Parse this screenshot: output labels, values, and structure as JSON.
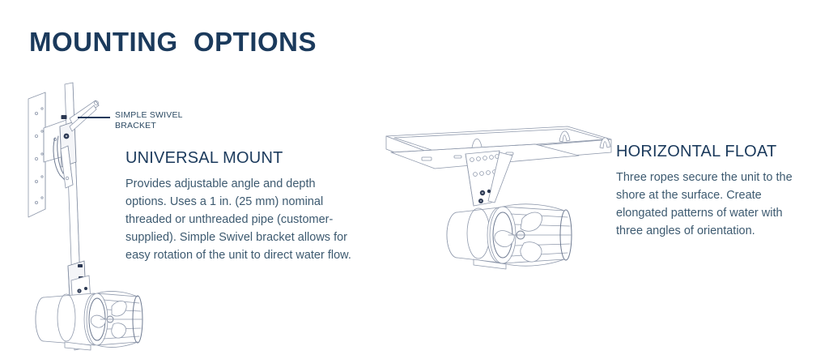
{
  "page": {
    "title": "MOUNTING  OPTIONS",
    "background_color": "#ffffff",
    "title_color": "#1b3a5c",
    "body_text_color": "#3d5a70",
    "line_art_color": "#6e7a91"
  },
  "callouts": [
    {
      "id": "simple-swivel-bracket",
      "label": "SIMPLE SWIVEL\nBRACKET",
      "leader_line_color": "#1b3a5c"
    }
  ],
  "sections": [
    {
      "id": "universal-mount",
      "heading": "UNIVERSAL MOUNT",
      "body": "Provides adjustable angle and depth options. Uses a 1 in. (25 mm) nominal threaded or unthreaded pipe (customer-supplied). Simple Swivel bracket allows for easy rotation of the unit to direct water flow.",
      "illustration_name": "universal-mount-diagram"
    },
    {
      "id": "horizontal-float",
      "heading": "HORIZONTAL FLOAT",
      "body": "Three ropes secure the unit to the shore at the surface. Create elongated patterns of water with three angles of orientation.",
      "illustration_name": "horizontal-float-diagram"
    }
  ]
}
